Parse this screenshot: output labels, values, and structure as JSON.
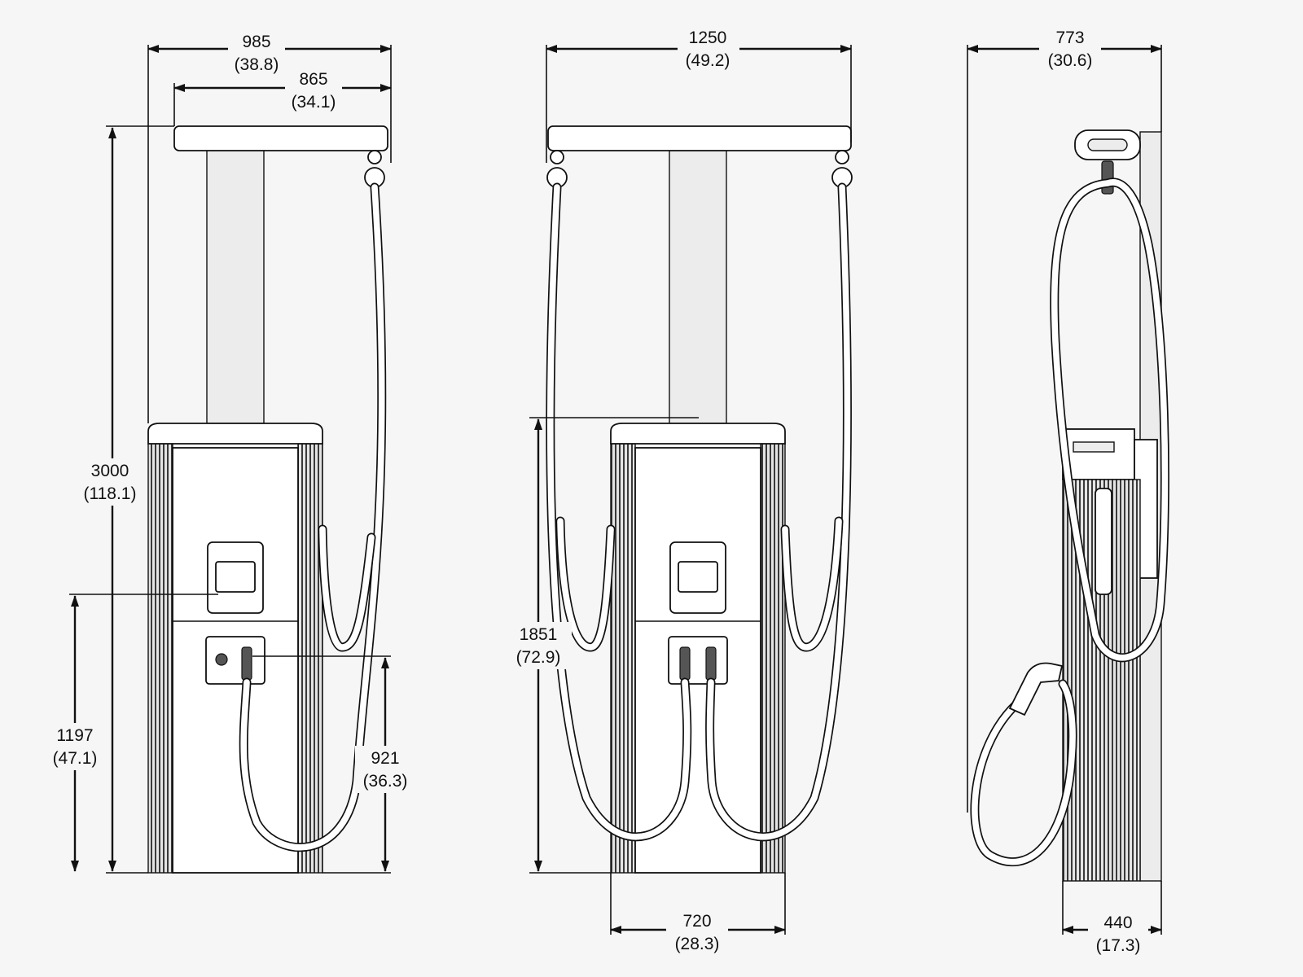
{
  "dimensions": {
    "left_overall_width": {
      "mm": "985",
      "in": "(38.8)"
    },
    "left_canopy_width": {
      "mm": "865",
      "in": "(34.1)"
    },
    "overall_height": {
      "mm": "3000",
      "in": "(118.1)"
    },
    "screen_height": {
      "mm": "1197",
      "in": "(47.1)"
    },
    "connector_height": {
      "mm": "921",
      "in": "(36.3)"
    },
    "front_canopy_width": {
      "mm": "1250",
      "in": "(49.2)"
    },
    "cabinet_height": {
      "mm": "1851",
      "in": "(72.9)"
    },
    "base_width": {
      "mm": "720",
      "in": "(28.3)"
    },
    "side_overall_depth": {
      "mm": "773",
      "in": "(30.6)"
    },
    "side_base_depth": {
      "mm": "440",
      "in": "(17.3)"
    }
  }
}
